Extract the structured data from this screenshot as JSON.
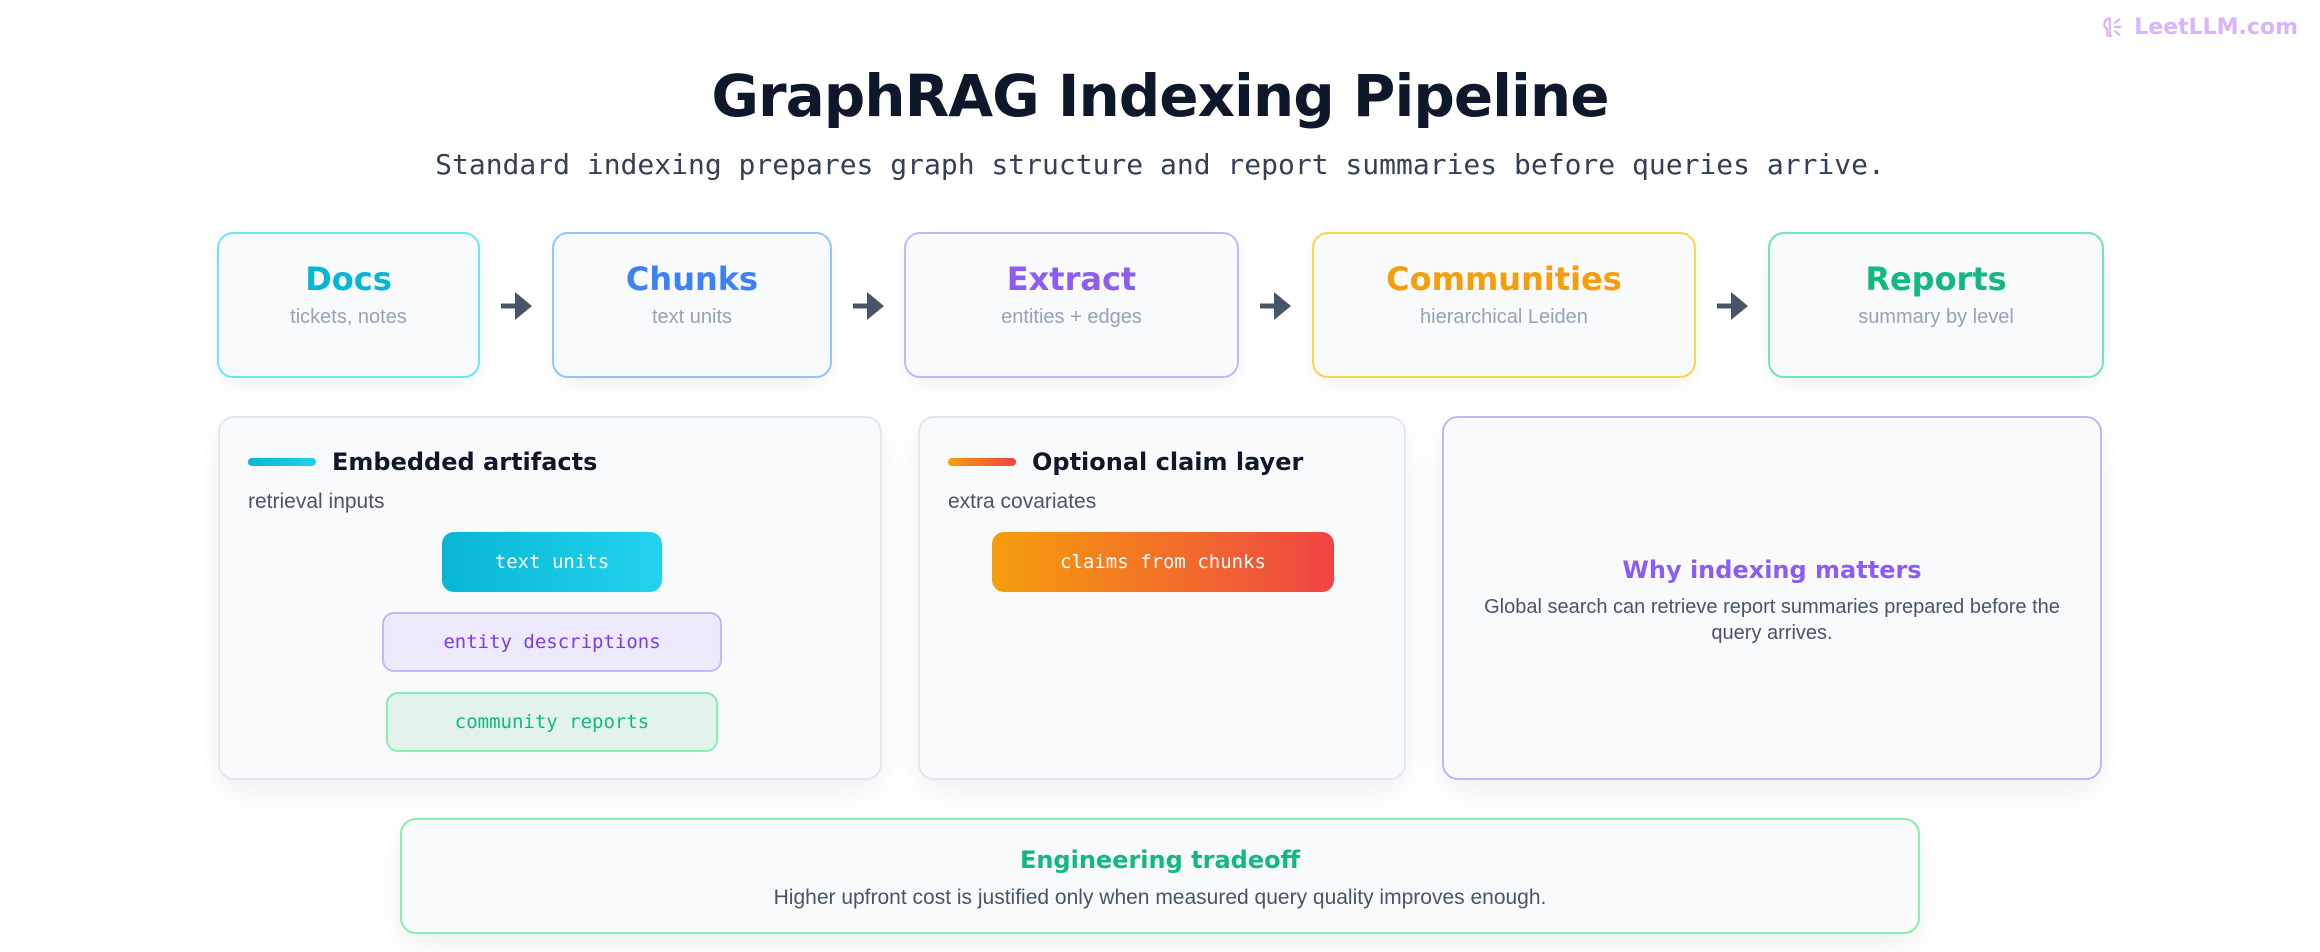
{
  "brand": {
    "text": "LeetLLM.com"
  },
  "header": {
    "title": "GraphRAG Indexing Pipeline",
    "subtitle": "Standard indexing prepares graph structure and report summaries before queries arrive."
  },
  "pipeline": [
    {
      "title": "Docs",
      "sub": "tickets, notes",
      "color": "#06b6d4",
      "border": "#67e8f9"
    },
    {
      "title": "Chunks",
      "sub": "text units",
      "color": "#3b82f6",
      "border": "#93c5fd"
    },
    {
      "title": "Extract",
      "sub": "entities + edges",
      "color": "#8b5cf6",
      "border": "#c4b5fd"
    },
    {
      "title": "Communities",
      "sub": "hierarchical Leiden",
      "color": "#f59e0b",
      "border": "#fcd34d"
    },
    {
      "title": "Reports",
      "sub": "summary by level",
      "color": "#10b981",
      "border": "#6ee7b7"
    }
  ],
  "embedded": {
    "title": "Embedded artifacts",
    "sub": "retrieval inputs",
    "chips": [
      "text units",
      "entity descriptions",
      "community reports"
    ]
  },
  "claims": {
    "title": "Optional claim layer",
    "sub": "extra covariates",
    "chip": "claims from chunks"
  },
  "why": {
    "title": "Why indexing matters",
    "body": "Global search can retrieve report summaries prepared before the query arrives."
  },
  "tradeoff": {
    "title": "Engineering tradeoff",
    "body": "Higher upfront cost is justified only when measured query quality improves enough."
  }
}
